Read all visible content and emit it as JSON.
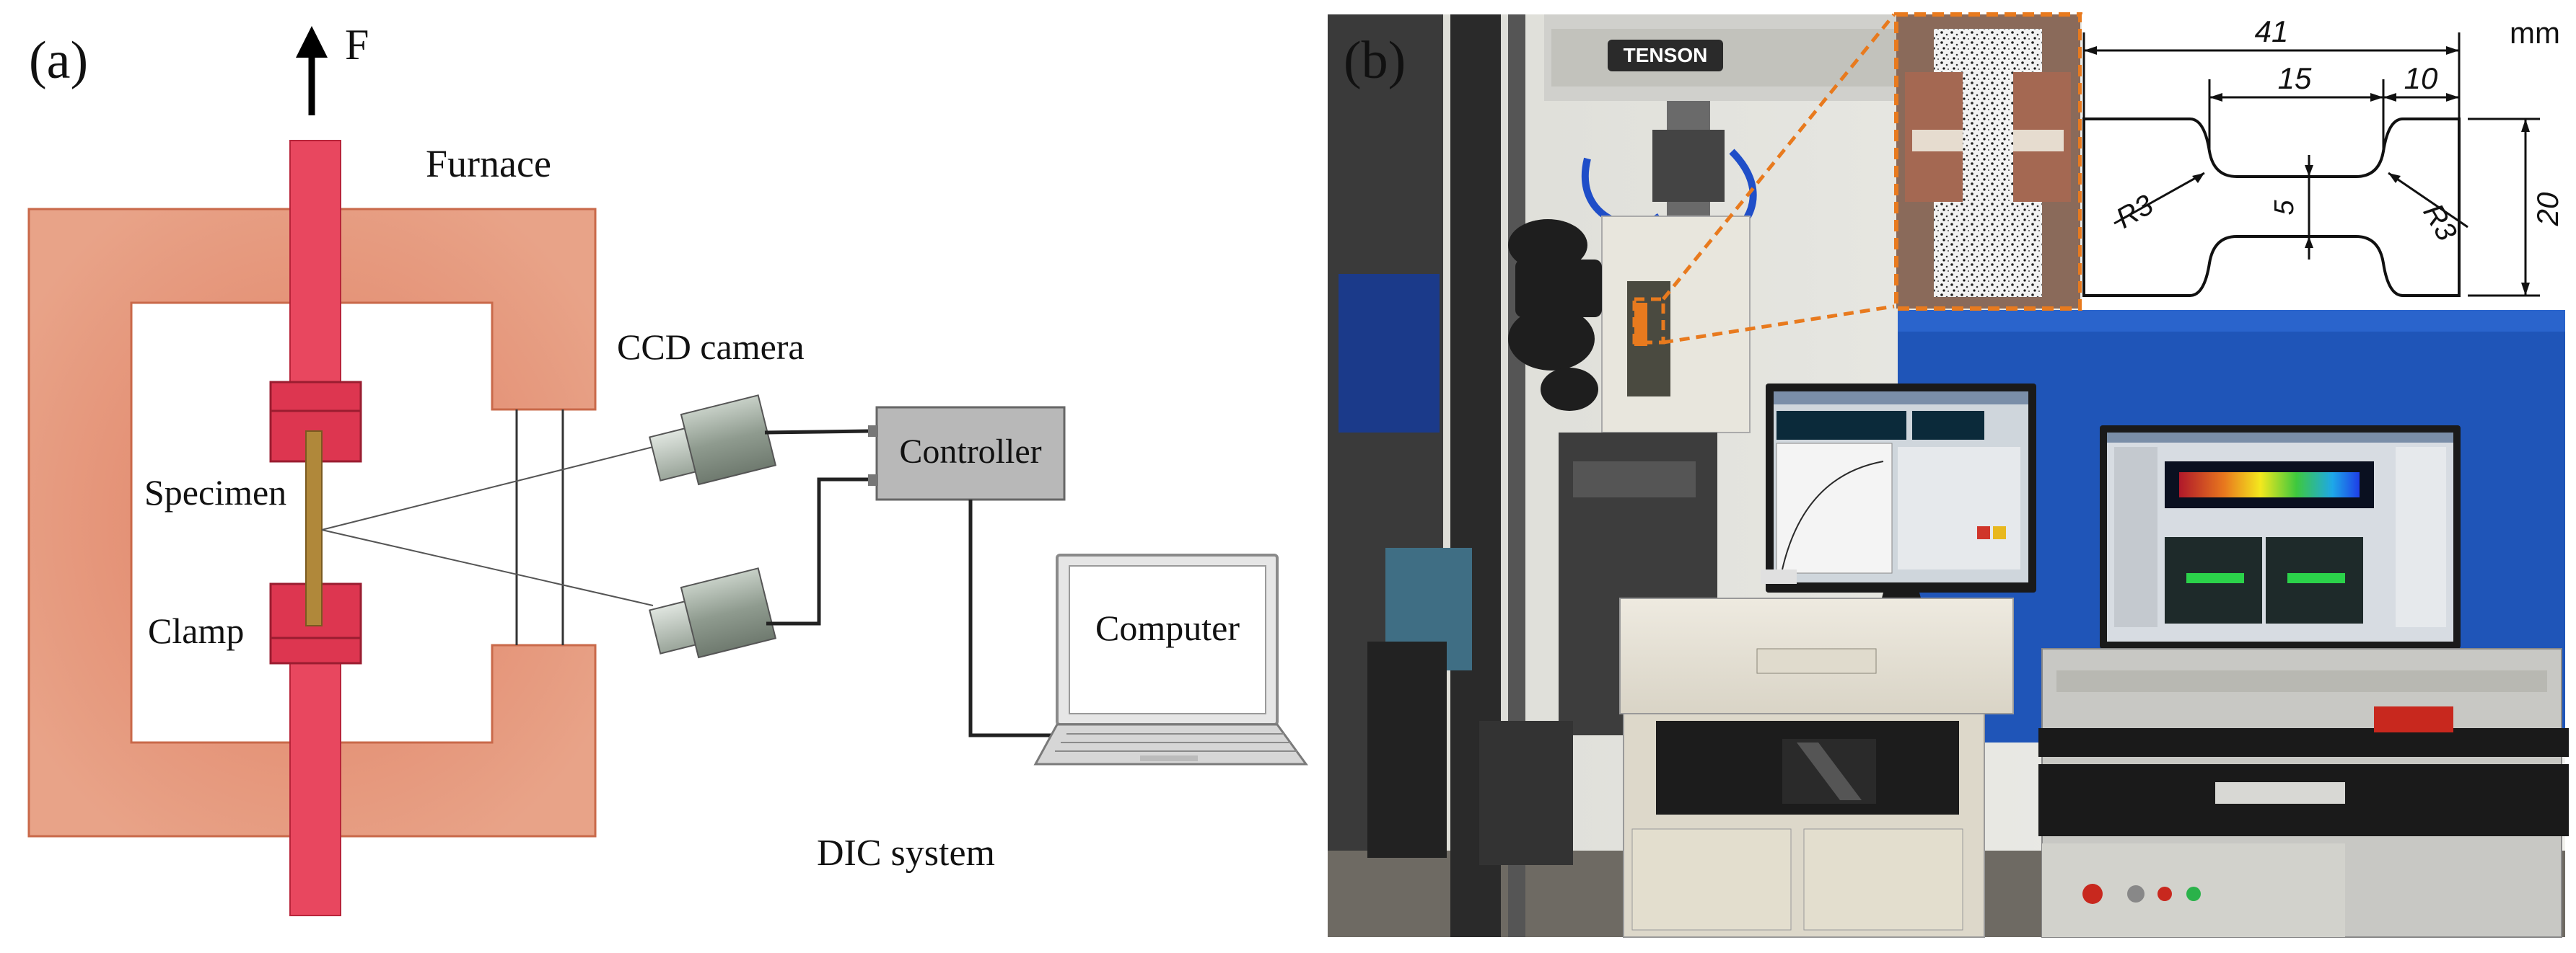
{
  "panel_a": {
    "label": "(a)",
    "force_label": "F",
    "furnace_label": "Furnace",
    "ccd_label": "CCD camera",
    "specimen_label": "Specimen",
    "clamp_label": "Clamp",
    "controller_label": "Controller",
    "computer_label": "Computer",
    "dic_label": "DIC system"
  },
  "panel_b": {
    "label": "(b)",
    "machine_brand": "TENSON",
    "drawing": {
      "unit": "mm",
      "overall_length": "41",
      "gauge_length": "15",
      "grip_length": "10",
      "width": "20",
      "gauge_width": "5",
      "radius_left": "R3",
      "radius_right": "R3"
    }
  },
  "colors": {
    "furnace": "#e08b6c",
    "furnace_dark": "#c86a4c",
    "clamp_rod": "#e8475f",
    "specimen": "#b0883a",
    "controller": "#b8b8b8",
    "camera": "#9aa59a",
    "speckle_outline": "#e87a1e",
    "backdrop_blue": "#1f55b8"
  }
}
